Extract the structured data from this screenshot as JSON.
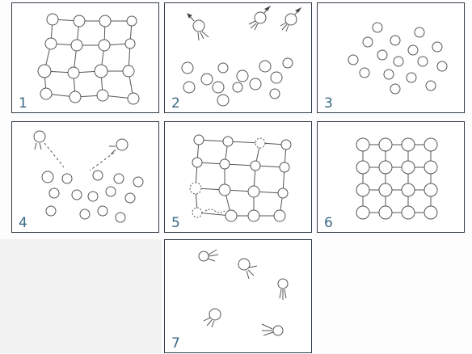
{
  "panels": [
    {
      "id": "p1",
      "label": "1"
    },
    {
      "id": "p2",
      "label": "2"
    },
    {
      "id": "p3",
      "label": "3"
    },
    {
      "id": "p4",
      "label": "4"
    },
    {
      "id": "p5",
      "label": "5"
    },
    {
      "id": "p6",
      "label": "6"
    },
    {
      "id": "p7",
      "label": "7"
    }
  ],
  "colors": {
    "border": "#2f3a45",
    "stroke": "#555555",
    "label": "#3a6a86"
  }
}
